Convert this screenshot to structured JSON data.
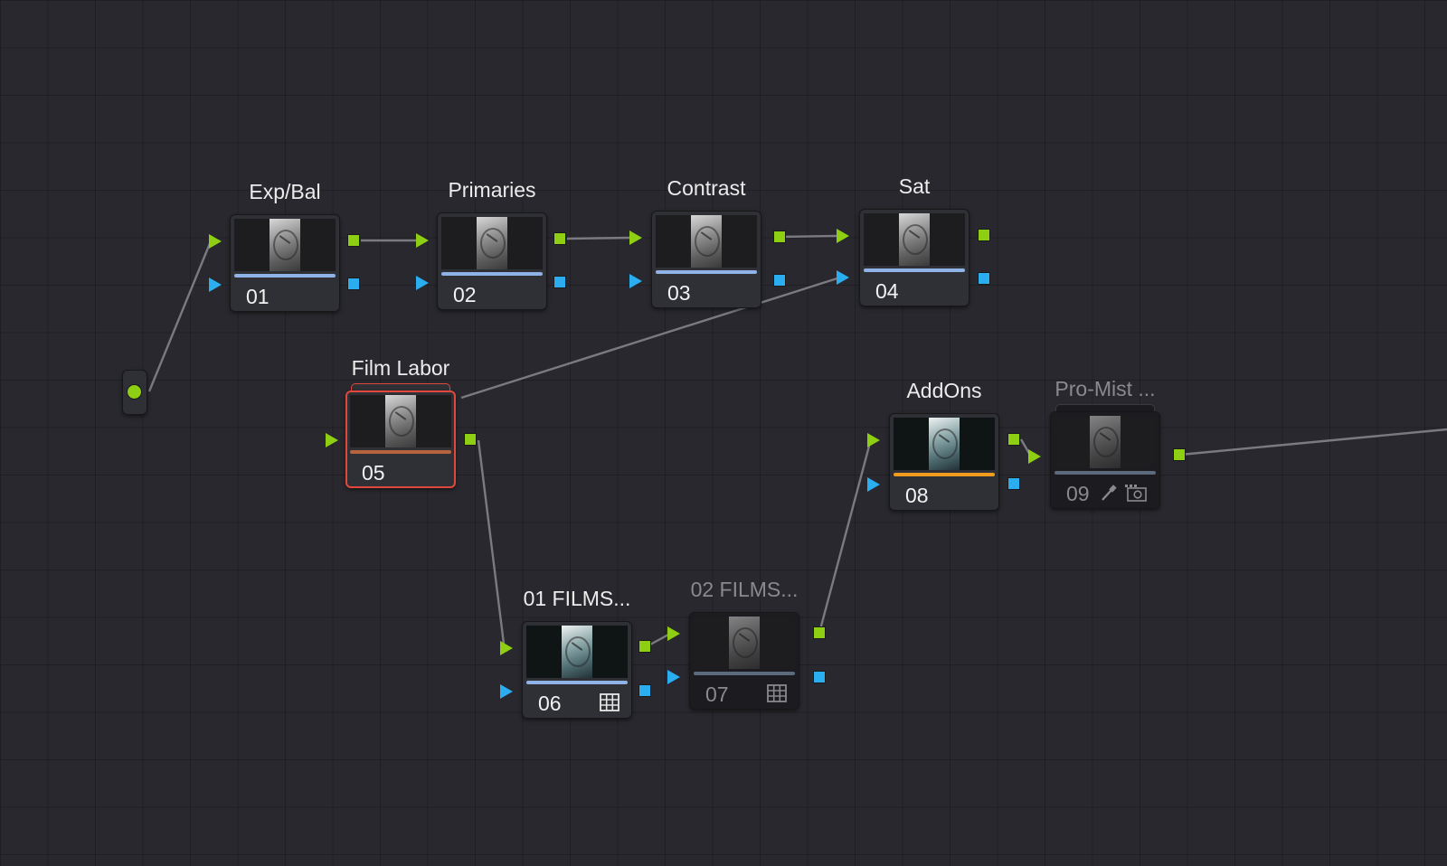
{
  "source": {
    "icon": "source-input-dot-icon"
  },
  "nodes": [
    {
      "label": "Exp/Bal",
      "number": "01",
      "bar_color": "#8fb3e6",
      "state": "enabled"
    },
    {
      "label": "Primaries",
      "number": "02",
      "bar_color": "#8fb3e6",
      "state": "enabled"
    },
    {
      "label": "Contrast",
      "number": "03",
      "bar_color": "#8fb3e6",
      "state": "enabled"
    },
    {
      "label": "Sat",
      "number": "04",
      "bar_color": "#8fb3e6",
      "state": "enabled"
    },
    {
      "label": "Film Labor",
      "number": "05",
      "bar_color": "#b5643f",
      "state": "selected",
      "type": "compound"
    },
    {
      "label": "01 FILMS...",
      "number": "06",
      "bar_color": "#8fb3e6",
      "state": "enabled",
      "icons": [
        "lut-grid-icon"
      ]
    },
    {
      "label": "02 FILMS...",
      "number": "07",
      "bar_color": "#5c6a7e",
      "state": "disabled",
      "icons": [
        "lut-grid-icon"
      ]
    },
    {
      "label": "AddOns",
      "number": "08",
      "bar_color": "#f39b1e",
      "state": "enabled"
    },
    {
      "label": "Pro-Mist ...",
      "number": "09",
      "bar_color": "#5c6a7e",
      "state": "disabled",
      "type": "compound",
      "icons": [
        "eyedropper-icon",
        "fx-plugin-icon"
      ]
    }
  ],
  "colors": {
    "background": "#28282e",
    "rgb_port": "#8ecf14",
    "key_port": "#2aaef0",
    "selected_outline": "#e0483c",
    "connection": "#7a7a80"
  }
}
